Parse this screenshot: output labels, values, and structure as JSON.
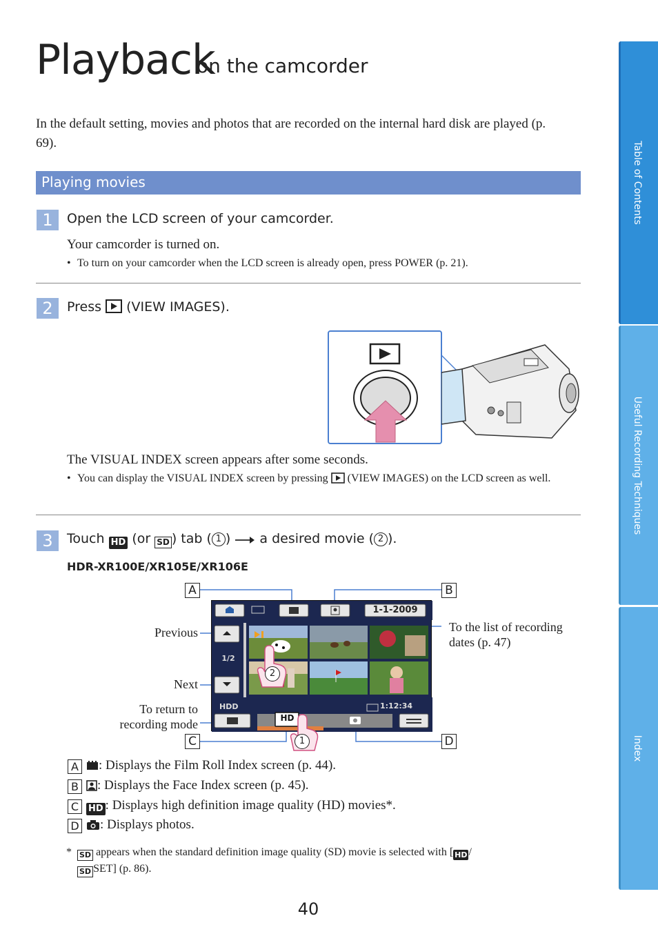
{
  "header": {
    "title": "Playback",
    "subtitle": "on the camcorder"
  },
  "intro": "In the default setting, movies and photos that are recorded on the internal hard disk are played (p. 69).",
  "section": {
    "title": "Playing movies"
  },
  "steps": [
    {
      "number": "1",
      "title": "Open the LCD screen of your camcorder.",
      "body": "Your camcorder is turned on.",
      "bullet": "To turn on your camcorder when the LCD screen is already open, press POWER (p. 21)."
    },
    {
      "number": "2",
      "title_pre": "Press",
      "title_post": "(VIEW IMAGES).",
      "body": "The VISUAL INDEX screen appears after some seconds.",
      "bullet_pre": "You can display the VISUAL INDEX screen by pressing",
      "bullet_post": "(VIEW IMAGES) on the LCD screen as well."
    },
    {
      "number": "3",
      "title_a": "Touch",
      "title_b": "(or",
      "title_c": ") tab (",
      "title_d": ")",
      "title_e": "a desired movie (",
      "title_f": ").",
      "circle1": "1",
      "circle2": "2",
      "model": "HDR-XR100E/XR105E/XR106E"
    }
  ],
  "diagram": {
    "labels": {
      "previous": "Previous",
      "next": "Next",
      "return_line1": "To return to",
      "return_line2": "recording mode",
      "dates_line1": "To the list of recording",
      "dates_line2": "dates (p. 47)"
    },
    "boxes": {
      "a": "A",
      "b": "B",
      "c": "C",
      "d": "D"
    },
    "screen": {
      "date": "1-1-2009",
      "page": "1/2",
      "media": "HDD",
      "time": "1:12:34",
      "hd_tab": "HD",
      "circle1": "1",
      "circle2": "2"
    }
  },
  "legend": [
    {
      "letter": "A",
      "text": ": Displays the Film Roll Index screen (p. 44)."
    },
    {
      "letter": "B",
      "text": ": Displays the Face Index screen (p. 45)."
    },
    {
      "letter": "C",
      "text": ": Displays high definition image quality (HD) movies*."
    },
    {
      "letter": "D",
      "text": ": Displays photos."
    }
  ],
  "footnote": {
    "mark": "*",
    "text_a": "appears when the standard definition image quality (SD) movie is selected with [",
    "text_b": "/",
    "text_c": "SET] (p. 86)."
  },
  "icon_text": {
    "hd": "HD",
    "sd": "SD"
  },
  "sidebar": {
    "tabs": [
      {
        "label": "Table of Contents"
      },
      {
        "label": "Useful Recording Techniques"
      },
      {
        "label": "Index"
      }
    ]
  },
  "page_number": "40",
  "colors": {
    "section_bar": "#6f8fcc",
    "step_number": "#98b3dd",
    "tab_blue": "#2f8fd8",
    "tab_light": "#5fb0e8",
    "callout_line": "#4a7fd0"
  }
}
